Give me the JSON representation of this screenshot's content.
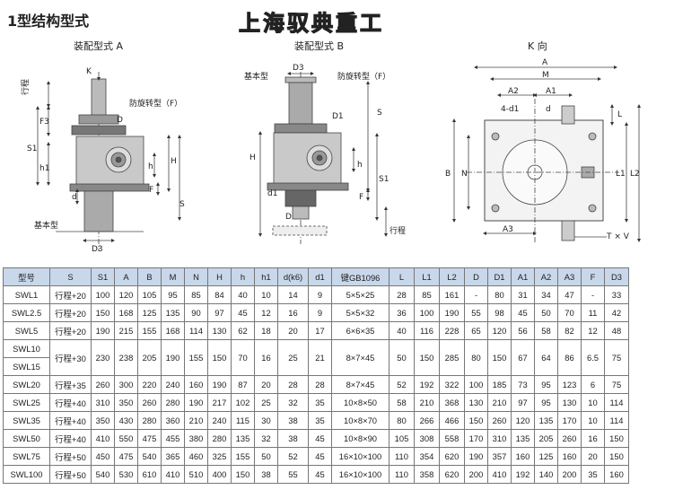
{
  "page_title": "1型结构型式",
  "brand": "上海驭典重工",
  "views": {
    "a": "装配型式 A",
    "b": "装配型式 B",
    "k": "K 向"
  },
  "labels_a": {
    "K": "K",
    "stroke": "行程",
    "F3": "F3",
    "anti_rot": "防旋转型（F）",
    "D": "D",
    "S1": "S1",
    "h1": "h1",
    "h": "h",
    "H": "H",
    "F": "F",
    "S": "S",
    "base": "基本型",
    "D3": "D3"
  },
  "labels_b": {
    "base": "基本型",
    "D3": "D3",
    "anti_rot": "防旋转型（F）",
    "D1": "D1",
    "S": "S",
    "H": "H",
    "h": "h",
    "S1": "S1",
    "d1": "d1",
    "F": "F",
    "D": "D",
    "stroke": "行程"
  },
  "labels_k": {
    "A": "A",
    "M": "M",
    "A2": "A2",
    "A1": "A1",
    "d1": "4-d1",
    "d": "d",
    "L": "L",
    "B": "B",
    "N": "N",
    "L1": "L1",
    "L2": "L2",
    "A3": "A3",
    "TV": "T × V"
  },
  "table": {
    "headers": [
      "型号",
      "S",
      "S1",
      "A",
      "B",
      "M",
      "N",
      "H",
      "h",
      "h1",
      "d(k6)",
      "d1",
      "键GB1096",
      "L",
      "L1",
      "L2",
      "D",
      "D1",
      "A1",
      "A2",
      "A3",
      "F",
      "D3"
    ],
    "rows": [
      [
        "SWL1",
        "行程+20",
        "100",
        "120",
        "105",
        "95",
        "85",
        "84",
        "40",
        "10",
        "14",
        "9",
        "5×5×25",
        "28",
        "85",
        "161",
        "-",
        "80",
        "31",
        "34",
        "47",
        "-",
        "33"
      ],
      [
        "SWL2.5",
        "行程+20",
        "150",
        "168",
        "125",
        "135",
        "90",
        "97",
        "45",
        "12",
        "16",
        "9",
        "5×5×32",
        "36",
        "100",
        "190",
        "55",
        "98",
        "45",
        "50",
        "70",
        "11",
        "42"
      ],
      [
        "SWL5",
        "行程+20",
        "190",
        "215",
        "155",
        "168",
        "114",
        "130",
        "62",
        "18",
        "20",
        "17",
        "6×6×35",
        "40",
        "116",
        "228",
        "65",
        "120",
        "56",
        "58",
        "82",
        "12",
        "48"
      ],
      [
        "SWL20",
        "行程+35",
        "260",
        "300",
        "220",
        "240",
        "160",
        "190",
        "87",
        "20",
        "28",
        "28",
        "8×7×45",
        "52",
        "192",
        "322",
        "100",
        "185",
        "73",
        "95",
        "123",
        "6",
        "75"
      ],
      [
        "SWL25",
        "行程+40",
        "310",
        "350",
        "260",
        "280",
        "190",
        "217",
        "102",
        "25",
        "32",
        "35",
        "10×8×50",
        "58",
        "210",
        "368",
        "130",
        "210",
        "97",
        "95",
        "130",
        "10",
        "114"
      ],
      [
        "SWL35",
        "行程+40",
        "350",
        "430",
        "280",
        "360",
        "210",
        "240",
        "115",
        "30",
        "38",
        "35",
        "10×8×70",
        "80",
        "266",
        "466",
        "150",
        "260",
        "120",
        "135",
        "170",
        "10",
        "114"
      ],
      [
        "SWL50",
        "行程+40",
        "410",
        "550",
        "475",
        "455",
        "380",
        "280",
        "135",
        "32",
        "38",
        "45",
        "10×8×90",
        "105",
        "308",
        "558",
        "170",
        "310",
        "135",
        "205",
        "260",
        "16",
        "150"
      ],
      [
        "SWL75",
        "行程+50",
        "450",
        "475",
        "540",
        "365",
        "460",
        "325",
        "155",
        "50",
        "52",
        "45",
        "16×10×100",
        "110",
        "354",
        "620",
        "190",
        "357",
        "160",
        "125",
        "160",
        "20",
        "150"
      ],
      [
        "SWL100",
        "行程+50",
        "540",
        "530",
        "610",
        "410",
        "510",
        "400",
        "150",
        "38",
        "55",
        "45",
        "16×10×100",
        "110",
        "358",
        "620",
        "200",
        "410",
        "192",
        "140",
        "200",
        "35",
        "160"
      ]
    ],
    "merged": {
      "models": [
        "SWL10",
        "SWL15"
      ],
      "values": [
        "行程+30",
        "230",
        "238",
        "205",
        "190",
        "155",
        "150",
        "70",
        "16",
        "25",
        "21",
        "8×7×45",
        "50",
        "150",
        "285",
        "80",
        "150",
        "67",
        "64",
        "86",
        "6.5",
        "75"
      ]
    }
  }
}
